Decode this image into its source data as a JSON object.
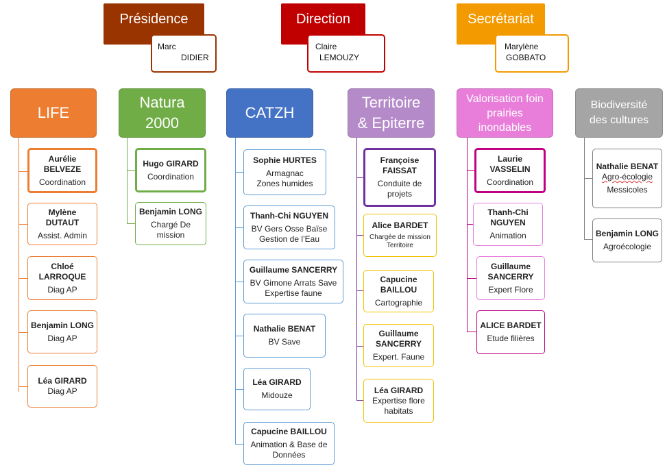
{
  "top": [
    {
      "key": "presidence",
      "title": "Présidence",
      "person_first": "Marc",
      "person_last": "DIDIER",
      "color": "#993300"
    },
    {
      "key": "direction",
      "title": "Direction",
      "person_first": "Claire",
      "person_last": "LEMOUZY",
      "color": "#c00000"
    },
    {
      "key": "secretariat",
      "title": "Secrétariat",
      "person_first": "Marylène",
      "person_last": "GOBBATO",
      "color": "#f29a00"
    }
  ],
  "columns": {
    "life": {
      "title": "LIFE",
      "color": "#ed7d31",
      "members": [
        {
          "name_l1": "Aurélie",
          "name_l2": "BELVEZE",
          "role": "Coordination"
        },
        {
          "name_l1": "Mylène",
          "name_l2": "DUTAUT",
          "role": "Assist. Admin"
        },
        {
          "name_l1": "Chloé",
          "name_l2": "LARROQUE",
          "role": "Diag AP"
        },
        {
          "name_l1": "Benjamin LONG",
          "role": "Diag AP"
        },
        {
          "name_l1": "Léa GIRARD",
          "role": "Diag AP"
        }
      ]
    },
    "natura": {
      "title_l1": "Natura",
      "title_l2": "2000",
      "color": "#70ad47",
      "members": [
        {
          "name_l1": "Hugo GIRARD",
          "role": "Coordination"
        },
        {
          "name_l1": "Benjamin LONG",
          "role_l1": "Chargé De",
          "role_l2": "mission"
        }
      ]
    },
    "catzh": {
      "title": "CATZH",
      "color": "#4472c4",
      "members": [
        {
          "name_l1": "Sophie HURTES",
          "role_l1": "Armagnac",
          "role_l2": "Zones humides"
        },
        {
          "name_l1": "Thanh-Chi NGUYEN",
          "role_l1": "BV Gers Osse Baïse",
          "role_l2": "Gestion de l’Eau"
        },
        {
          "name_l1": "Guillaume SANCERRY",
          "role_l1": "BV Gimone Arrats Save",
          "role_l2": "Expertise faune"
        },
        {
          "name_l1": "Nathalie BENAT",
          "role_l1": "BV Save"
        },
        {
          "name_l1": "Léa GIRARD",
          "role_l1": "Midouze"
        },
        {
          "name_l1": "Capucine BAILLOU",
          "role_l1": "Animation & Base de",
          "role_l2": "Données"
        }
      ]
    },
    "territoire": {
      "title_l1": "Territoire",
      "title_l2": "& Epiterre",
      "color": "#b58ac9",
      "members": [
        {
          "name_l1": "Françoise",
          "name_l2": "FAISSAT",
          "role_l1": "Conduite de",
          "role_l2": "projets"
        },
        {
          "name_l1": "Alice BARDET",
          "role_l1": "Chargée de mission",
          "role_l2": "Territoire"
        },
        {
          "name_l1": "Capucine",
          "name_l2": "BAILLOU",
          "role_l1": "Cartographie"
        },
        {
          "name_l1": "Guillaume",
          "name_l2": "SANCERRY",
          "role_l1": "Expert. Faune"
        },
        {
          "name_l1": "Léa GIRARD",
          "role_l1": "Expertise flore",
          "role_l2": "habitats"
        }
      ]
    },
    "valorisation": {
      "title_l1": "Valorisation foin",
      "title_l2": "prairies",
      "title_l3": "inondables",
      "color": "#e87ed9",
      "members": [
        {
          "name_l1": "Laurie",
          "name_l2": "VASSELIN",
          "role_l1": "Coordination"
        },
        {
          "name_l1": "Thanh-Chi",
          "name_l2": "NGUYEN",
          "role_l1": "Animation"
        },
        {
          "name_l1": "Guillaume",
          "name_l2": "SANCERRY",
          "role_l1": "Expert Flore"
        },
        {
          "name_l1": "ALICE BARDET",
          "role_l1": "Etude filières"
        }
      ]
    },
    "biodiversite": {
      "title_l1": "Biodiversité",
      "title_l2": "des cultures",
      "color": "#a5a5a5",
      "members": [
        {
          "name_l1": "Nathalie BENAT",
          "role_l1": "Agro-écologie",
          "role_l2": "Messicoles"
        },
        {
          "name_l1": "Benjamin LONG",
          "role_l1": "Agroécologie"
        }
      ]
    }
  }
}
